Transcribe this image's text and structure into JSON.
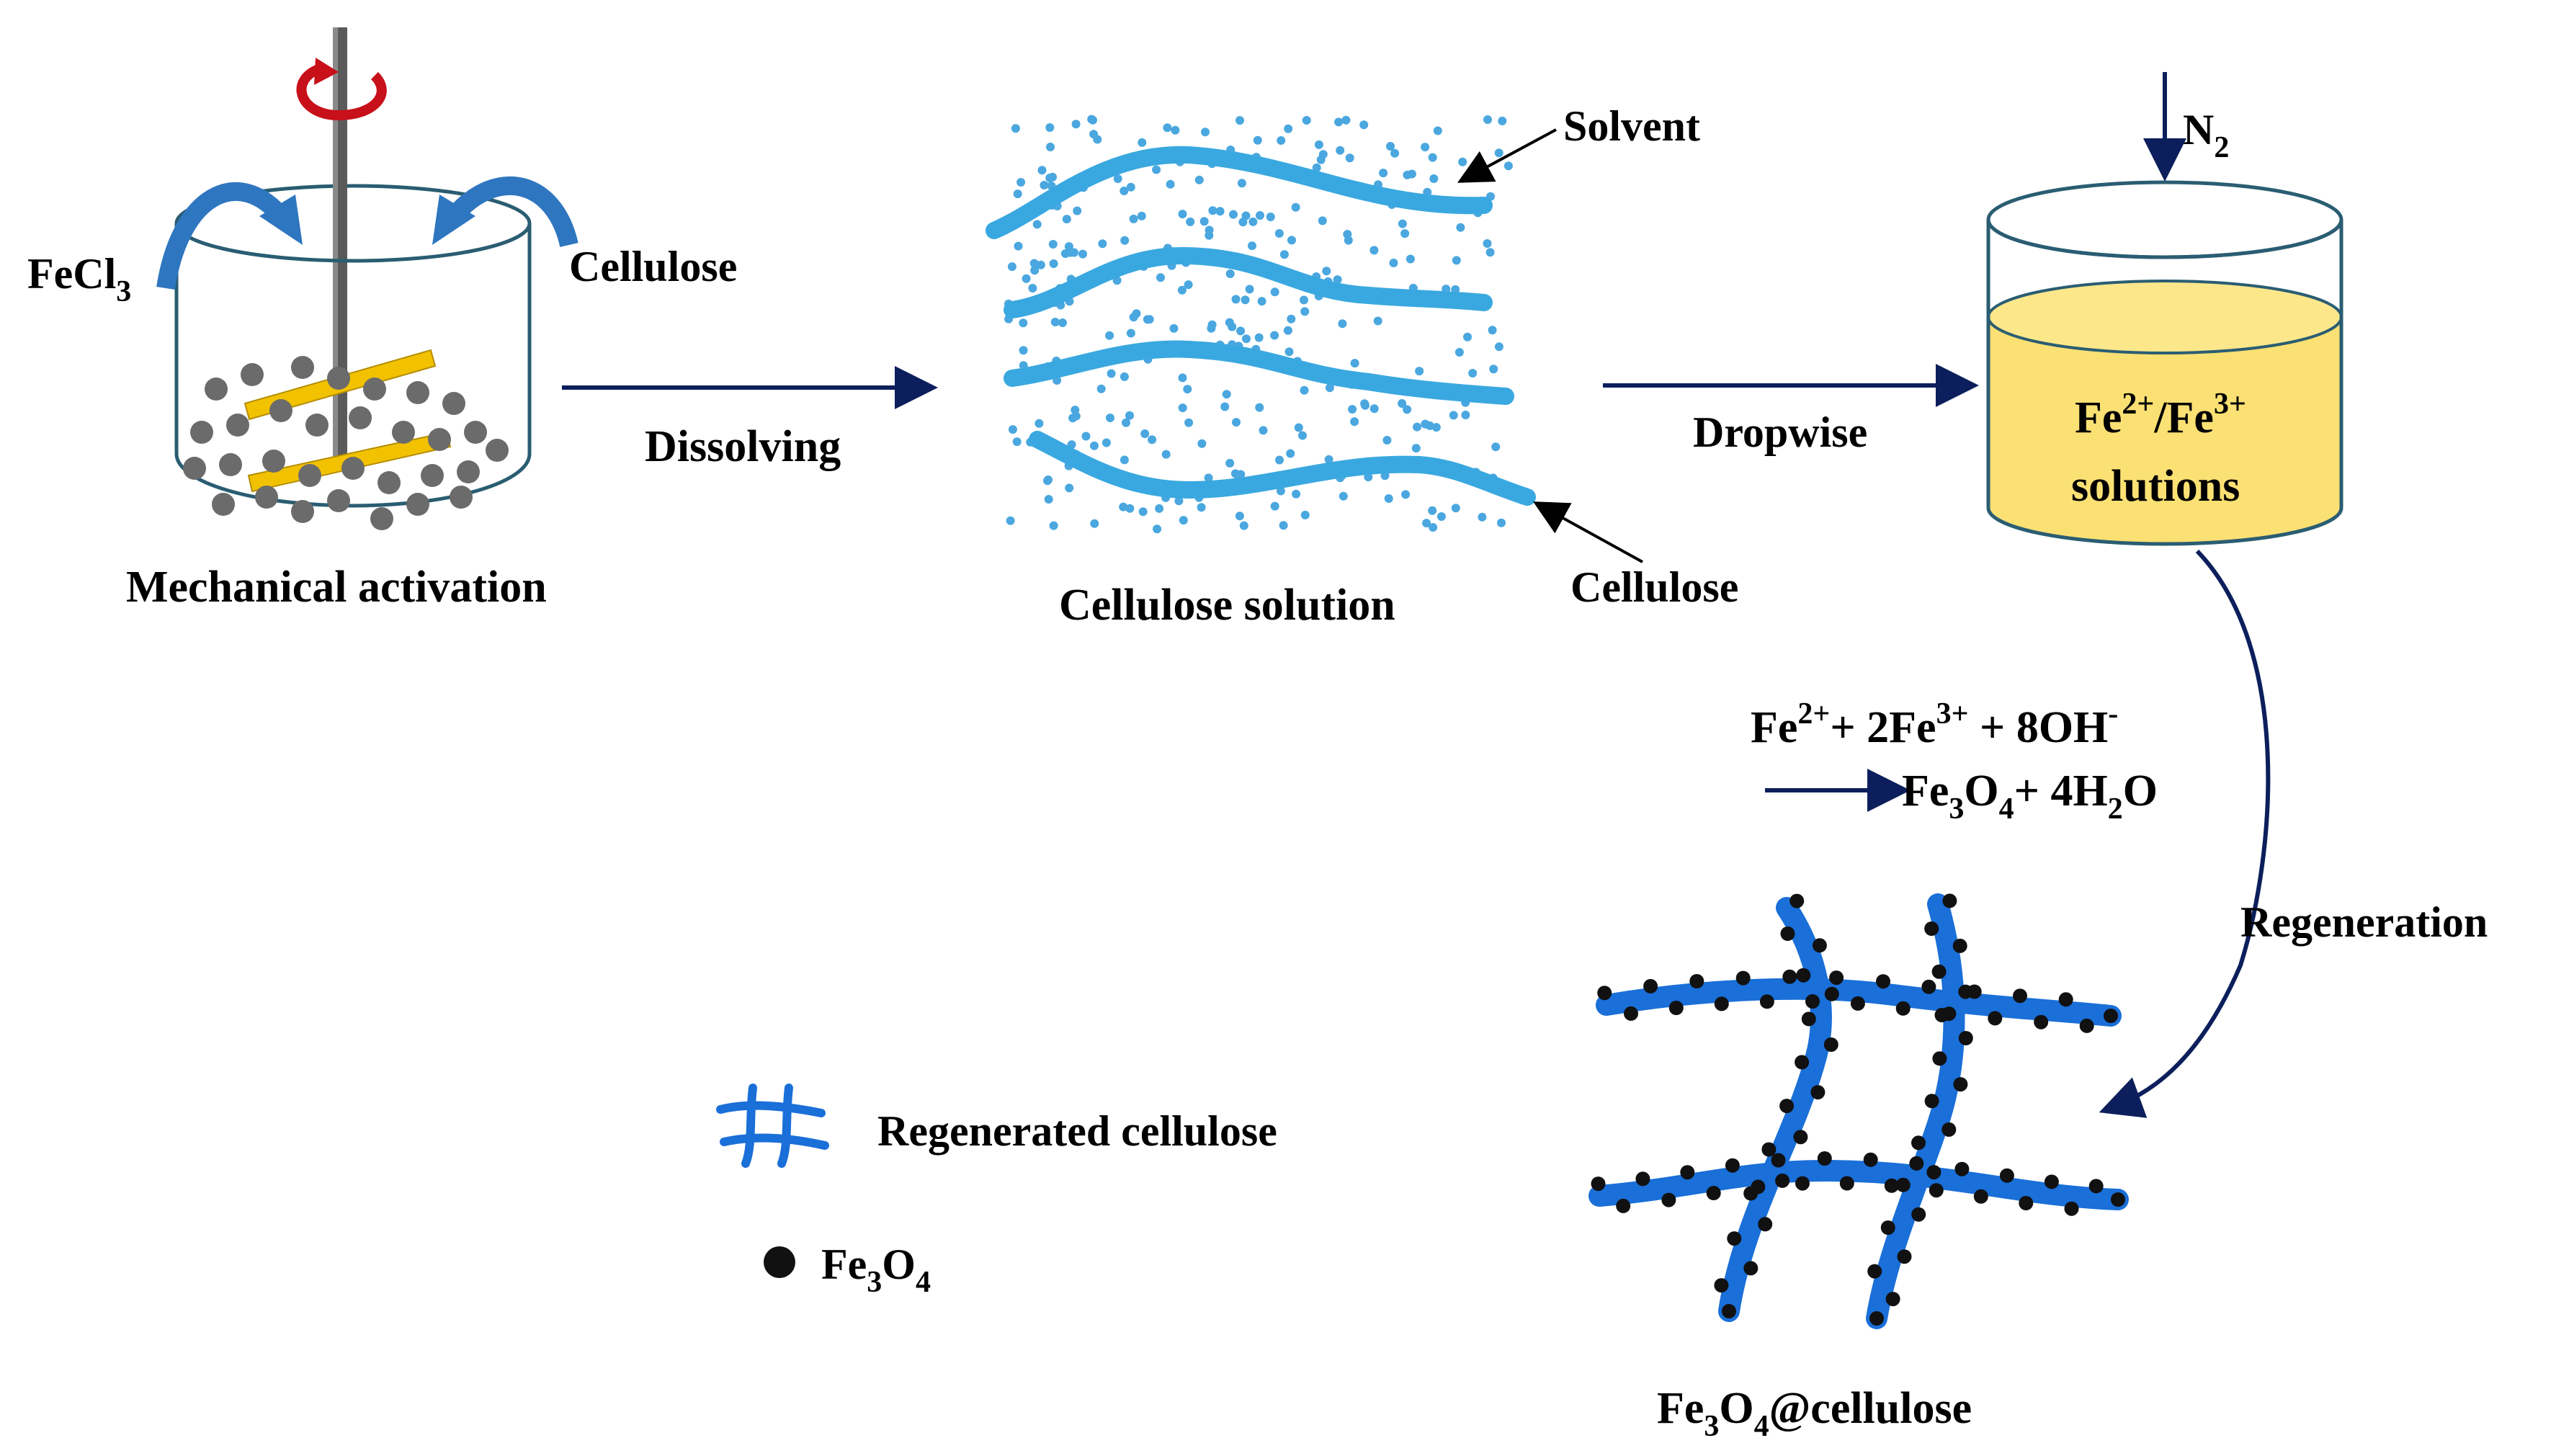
{
  "colors": {
    "arrow": "#0c1f5c",
    "cellulose_strand": "#3aa8e0",
    "solvent_dot": "#4aa7df",
    "regenerated_cellulose": "#1a6fd8",
    "fe3o4_dot": "#111111",
    "solution_fill": "#fbe073",
    "beaker_stroke": "#2a5d72",
    "fiber": "#f2c200",
    "ball": "#6b6b6b",
    "rotation_arrow": "#c8101a",
    "curved_input_arrow": "#2f76c0"
  },
  "icons": {
    "beaker_mixer": "beaker-with-stirrer-icon",
    "rotation": "rotation-arrow-icon",
    "solution_beaker": "yellow-solution-beaker-icon",
    "cellulose_network": "regenerated-cellulose-network-icon",
    "particle": "fe3o4-particle-icon"
  },
  "labels": {
    "fecl3": {
      "main": "FeCl",
      "sub": "3"
    },
    "cellulose_input": "Cellulose",
    "mechanical_activation": "Mechanical activation",
    "dissolving": "Dissolving",
    "solvent": "Solvent",
    "cellulose_pointer": "Cellulose",
    "cellulose_solution": "Cellulose solution",
    "dropwise": "Dropwise",
    "n2": {
      "main": "N",
      "sub": "2"
    },
    "beaker_line1": {
      "a": "Fe",
      "b": "2+",
      "c": "/Fe",
      "d": "3+"
    },
    "beaker_line2": "solutions",
    "reaction_line1": {
      "a": "Fe",
      "b": "2+",
      "c": "+ 2Fe",
      "d": "3+",
      "e": " + 8OH",
      "f": "-"
    },
    "reaction_line2": {
      "a": "Fe",
      "b": "3",
      "c": "O",
      "d": "4",
      "e": "+ 4H",
      "f": "2",
      "g": "O"
    },
    "regeneration": "Regeneration",
    "product": {
      "a": "Fe",
      "b": "3",
      "c": "O",
      "d": "4",
      "e": "@cellulose"
    }
  },
  "legend": {
    "regenerated_cellulose": "Regenerated cellulose",
    "fe3o4": {
      "a": "Fe",
      "b": "3",
      "c": "O",
      "d": "4"
    }
  }
}
